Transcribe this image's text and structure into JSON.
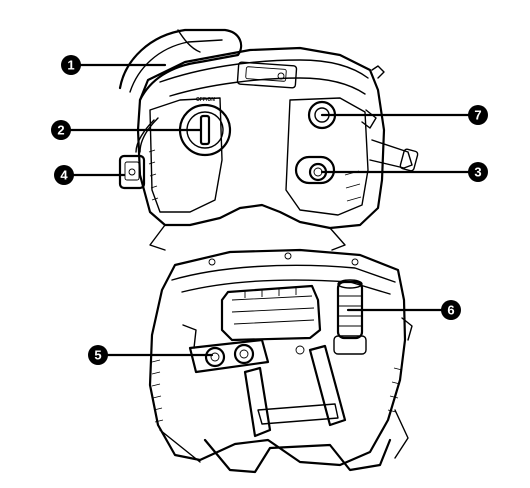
{
  "callouts": [
    {
      "id": "1",
      "label": "1"
    },
    {
      "id": "2",
      "label": "2"
    },
    {
      "id": "3",
      "label": "3"
    },
    {
      "id": "4",
      "label": "4"
    },
    {
      "id": "5",
      "label": "5"
    },
    {
      "id": "6",
      "label": "6"
    },
    {
      "id": "7",
      "label": "7"
    }
  ],
  "colors": {
    "line": "#000000",
    "background": "#ffffff",
    "callout_fill": "#000000",
    "callout_text": "#ffffff"
  }
}
